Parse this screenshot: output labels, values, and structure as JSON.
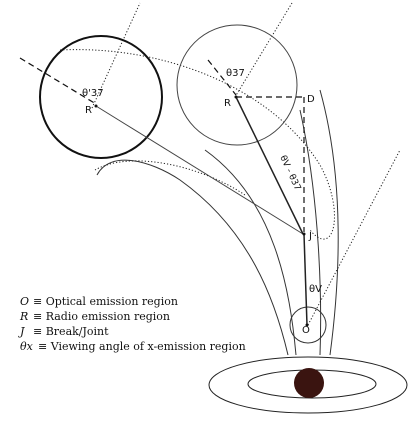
{
  "labels": {
    "r_left": "R",
    "theta_left": "θ'37",
    "r_right": "R",
    "theta_right": "θ37",
    "d": "D",
    "j": "J",
    "theta_diff": "θV - θ37",
    "theta_v": "θV",
    "o": "O"
  },
  "legend": [
    {
      "symbol": "O",
      "text": "≡ Optical emission region"
    },
    {
      "symbol": "R",
      "text": "≡ Radio emission region"
    },
    {
      "symbol": "J",
      "text": "≡ Break/Joint"
    },
    {
      "symbol": "θx",
      "text": "≡ Viewing angle of x-emission region"
    }
  ]
}
